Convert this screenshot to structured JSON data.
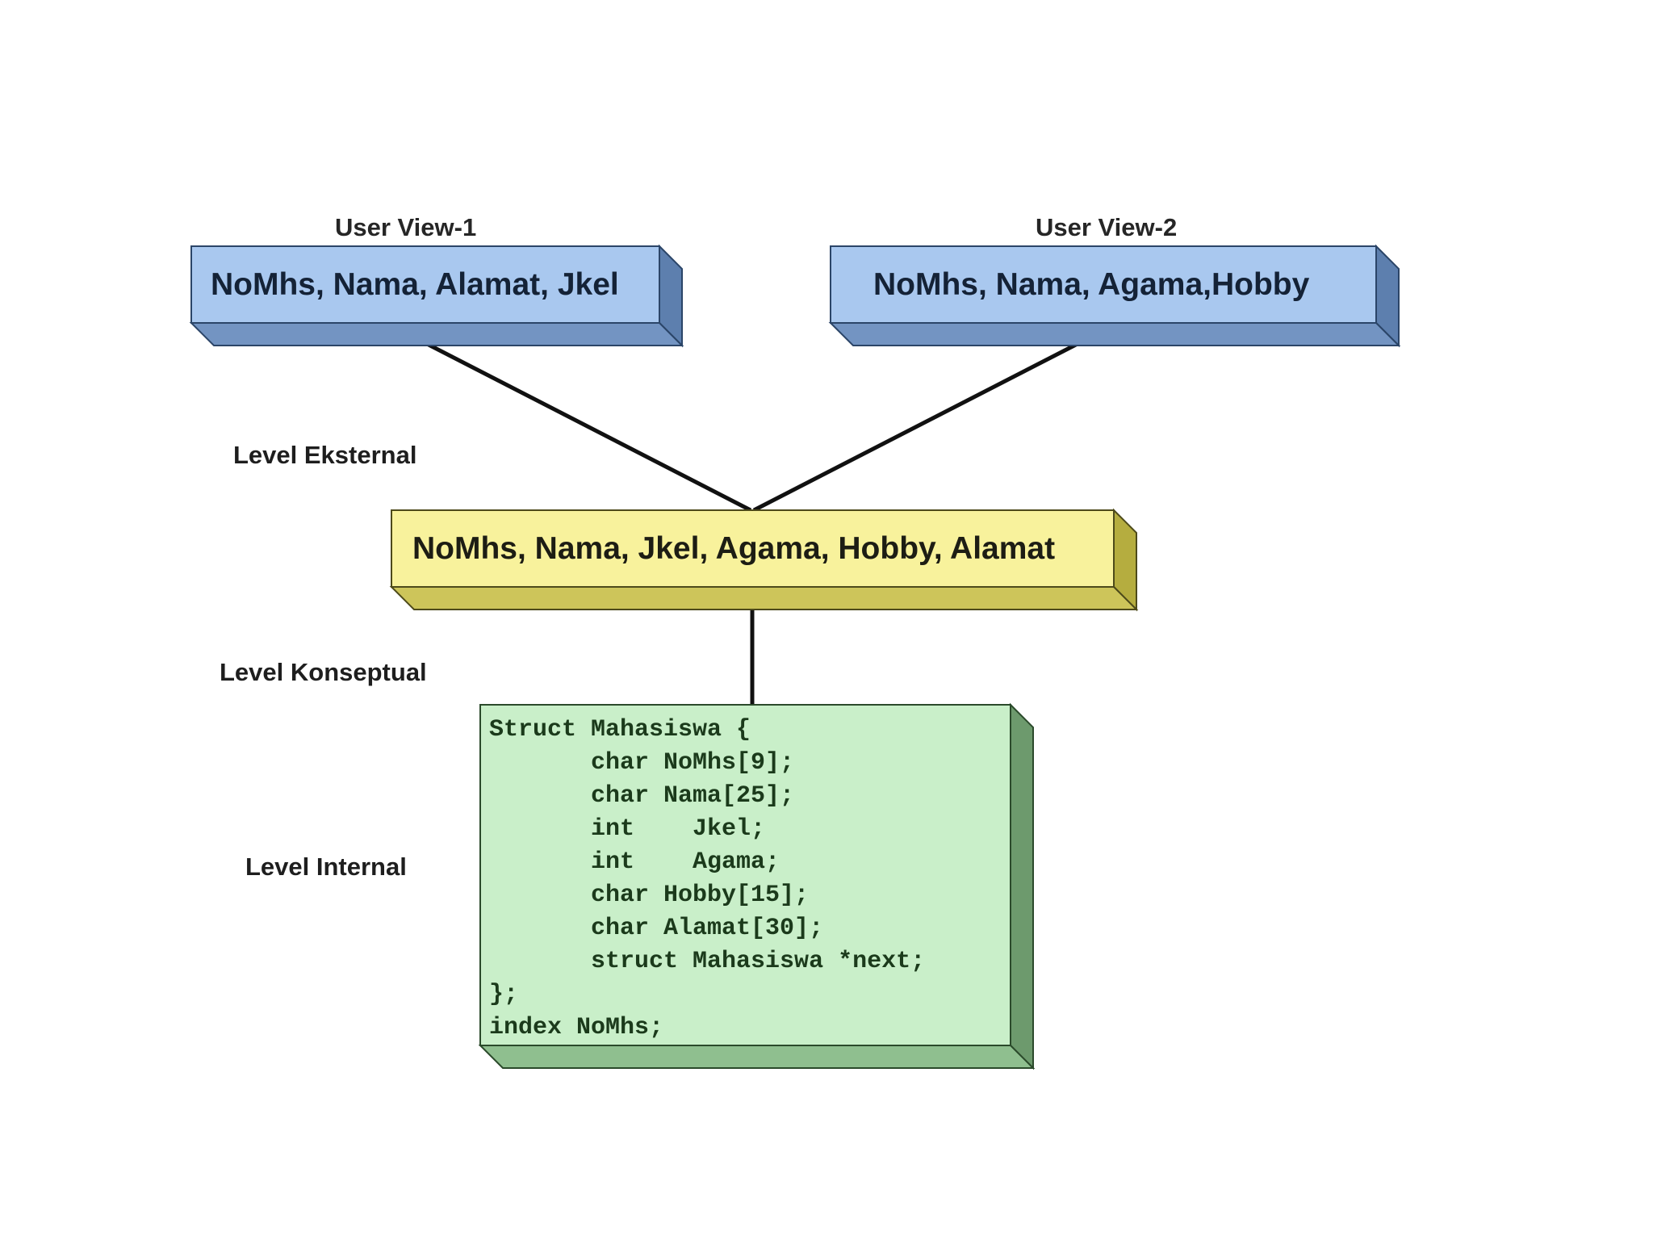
{
  "user_views": [
    {
      "title": "User View-1",
      "fields": "NoMhs, Nama, Alamat, Jkel"
    },
    {
      "title": "User View-2",
      "fields": "NoMhs, Nama, Agama,Hobby"
    }
  ],
  "conceptual": {
    "fields": "NoMhs, Nama, Jkel, Agama, Hobby, Alamat"
  },
  "levels": {
    "external": "Level Eksternal",
    "conceptual": "Level Konseptual",
    "internal": "Level Internal"
  },
  "internal_code": {
    "lines": [
      "Struct Mahasiswa {",
      "       char NoMhs[9];",
      "       char Nama[25];",
      "       int    Jkel;",
      "       int    Agama;",
      "       char Hobby[15];",
      "       char Alamat[30];",
      "       struct Mahasiswa *next;",
      "};",
      "index NoMhs;"
    ]
  },
  "colors": {
    "user_view_box": "#a9c8ef",
    "conceptual_box": "#f8f29c",
    "internal_box": "#c9efc9"
  }
}
